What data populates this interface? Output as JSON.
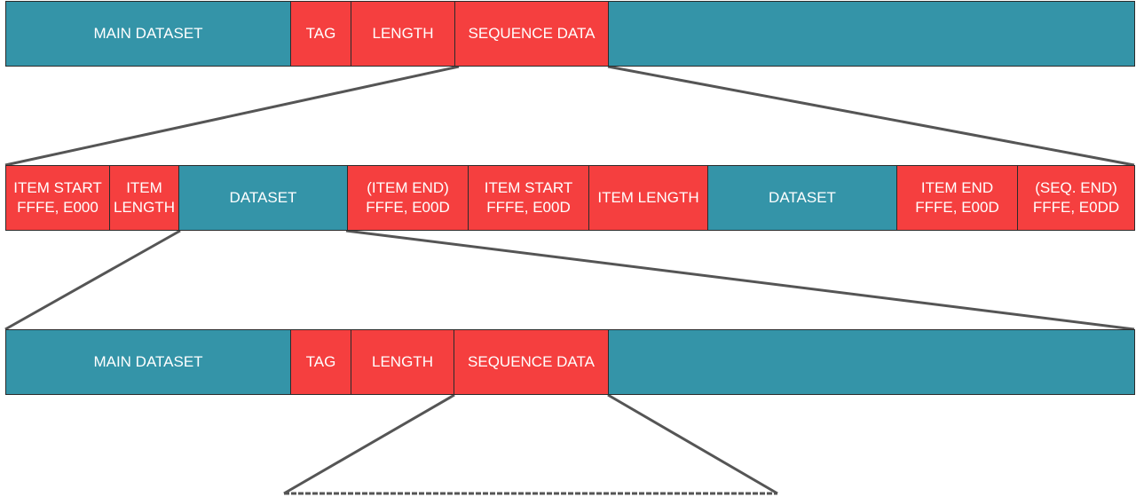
{
  "colors": {
    "dataset": "#3494a8",
    "element": "#f53f3f",
    "border": "#2b2b2b",
    "connector": "#555555"
  },
  "row1": {
    "main_dataset": "MAIN DATASET",
    "tag": "TAG",
    "length": "LENGTH",
    "sequence_data": "SEQUENCE DATA"
  },
  "row2": {
    "item_start_1": [
      "ITEM START",
      "FFFE, E000"
    ],
    "item_length_1": [
      "ITEM",
      "LENGTH"
    ],
    "dataset_1": "DATASET",
    "item_end_1": [
      "(ITEM END)",
      "FFFE, E00D"
    ],
    "item_start_2": [
      "ITEM START",
      "FFFE, E00D"
    ],
    "item_length_2": "ITEM LENGTH",
    "dataset_2": "DATASET",
    "item_end_2": [
      "ITEM END",
      "FFFE, E00D"
    ],
    "seq_end": [
      "(SEQ. END)",
      "FFFE, E0DD"
    ]
  },
  "row3": {
    "main_dataset": "MAIN DATASET",
    "tag": "TAG",
    "length": "LENGTH",
    "sequence_data": "SEQUENCE DATA"
  }
}
